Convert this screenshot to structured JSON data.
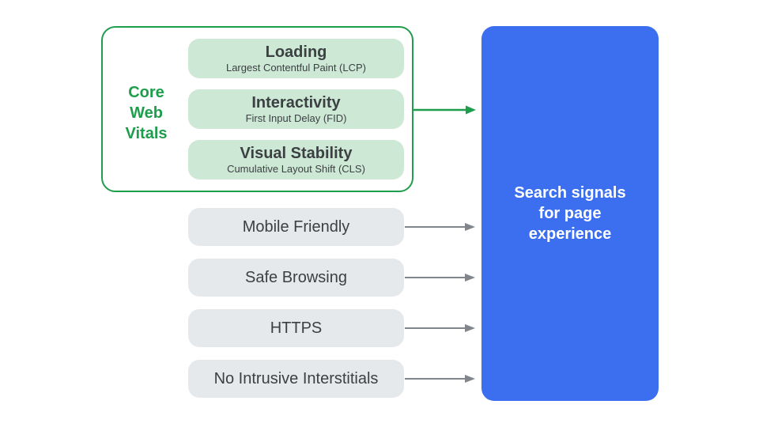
{
  "colors": {
    "green": "#1e9e4c",
    "light_green": "#cde9d5",
    "pill_gray": "#e6e9ec",
    "blue": "#3c6ff0",
    "text_dark": "#3c4043",
    "arrow_gray": "#80868b",
    "background": "#ffffff"
  },
  "core_web_vitals": {
    "label": "Core Web Vitals",
    "items": [
      {
        "title": "Loading",
        "subtitle": "Largest Contentful Paint (LCP)"
      },
      {
        "title": "Interactivity",
        "subtitle": "First Input Delay (FID)"
      },
      {
        "title": "Visual Stability",
        "subtitle": "Cumulative Layout Shift (CLS)"
      }
    ]
  },
  "factors": [
    "Mobile Friendly",
    "Safe Browsing",
    "HTTPS",
    "No Intrusive Interstitials"
  ],
  "target": {
    "label": "Search signals for page experience"
  }
}
